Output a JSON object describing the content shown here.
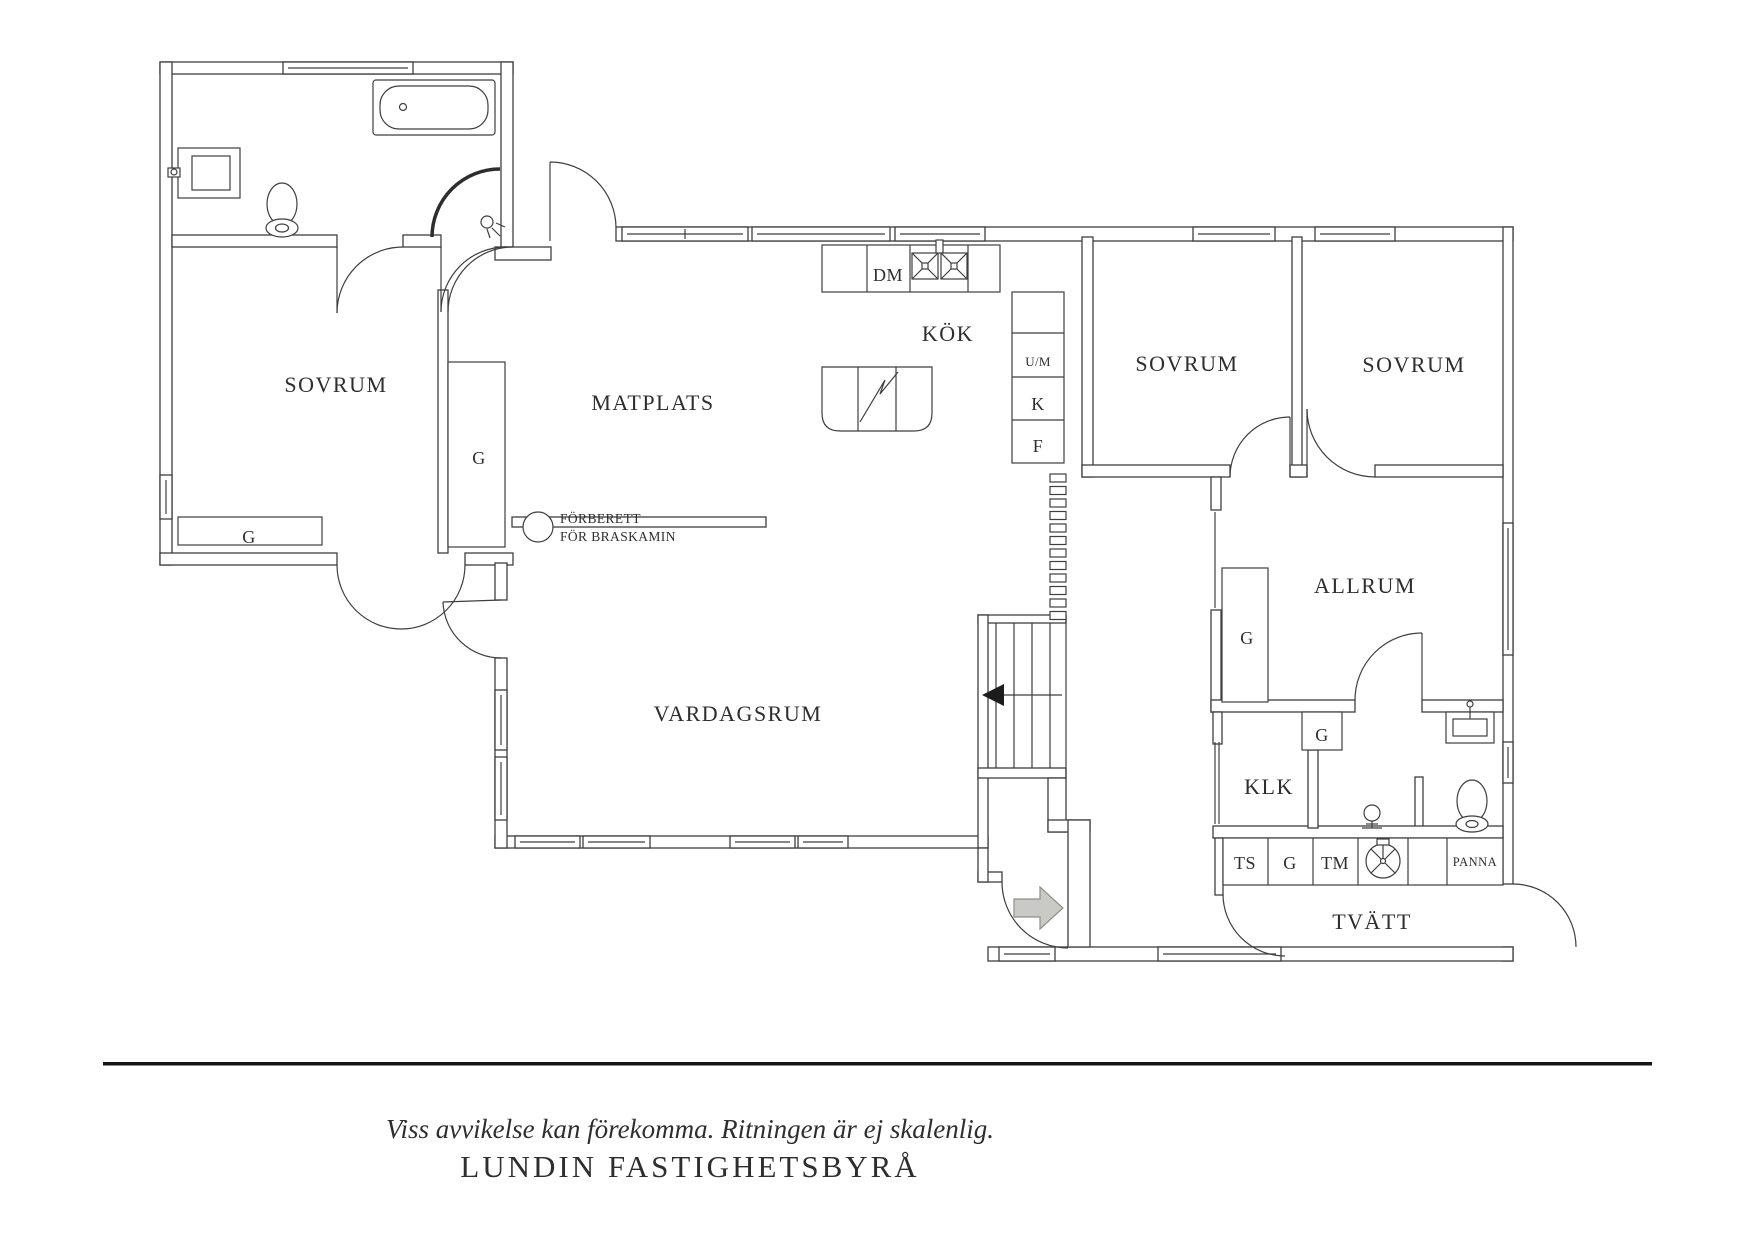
{
  "plan": {
    "rooms": {
      "sovrum_1": "SOVRUM",
      "matplats": "MATPLATS",
      "kok": "KÖK",
      "sovrum_2": "SOVRUM",
      "sovrum_3": "SOVRUM",
      "allrum": "ALLRUM",
      "vardagsrum": "VARDAGSRUM",
      "klk": "KLK",
      "tvatt": "TVÄTT"
    },
    "wardrobes": {
      "sovrum_1_wall": "G",
      "sovrum_1_column": "G",
      "allrum": "G",
      "hall": "G",
      "tvatt_row": "G"
    },
    "appliances": {
      "dm": "DM",
      "um": "U/M",
      "k": "K",
      "f": "F",
      "ts": "TS",
      "tm": "TM",
      "panna": "PANNA"
    },
    "note": {
      "line_1": "FÖRBERETT",
      "line_2": "FÖR BRASKAMIN"
    }
  },
  "footer": {
    "disclaimer": "Viss avvikelse kan förekomma. Ritningen är ej skalenlig.",
    "brand": "LUNDIN FASTIGHETSBYRÅ"
  },
  "colors": {
    "background": "#ffffff",
    "ink": "#3e3e3e",
    "entry_arrow_fill": "#c9c9c5",
    "stair_arrow_fill": "#1c1c1c"
  }
}
